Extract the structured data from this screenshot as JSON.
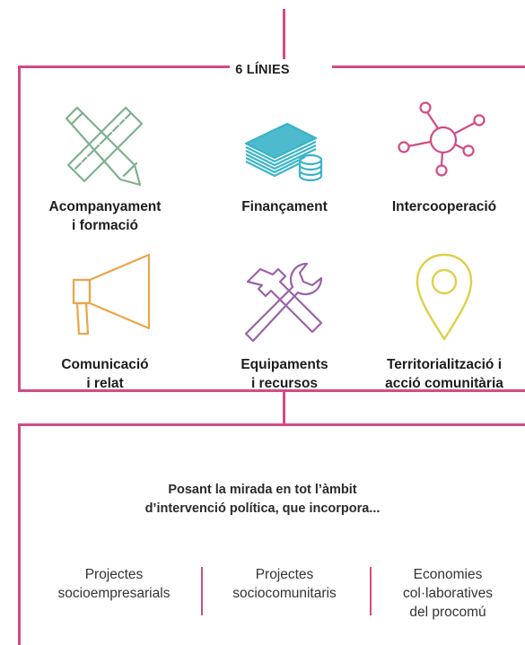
{
  "header": {
    "title": "6 LÍNIES"
  },
  "lines": [
    {
      "label_1": "Acompanyament",
      "label_2": "i formació",
      "icon": "ruler-pencil-icon",
      "color": "#7fb08d"
    },
    {
      "label_1": "Finançament",
      "label_2": "",
      "icon": "money-stack-icon",
      "color": "#3ab4c8"
    },
    {
      "label_1": "Intercooperació",
      "label_2": "",
      "icon": "network-icon",
      "color": "#d24b86"
    },
    {
      "label_1": "Comunicació",
      "label_2": "i relat",
      "icon": "megaphone-icon",
      "color": "#eba54a"
    },
    {
      "label_1": "Equipaments",
      "label_2": "i recursos",
      "icon": "tools-icon",
      "color": "#9a62a8"
    },
    {
      "label_1": "Territorialització i",
      "label_2": "acció comunitària",
      "icon": "location-pin-icon",
      "color": "#ddd04a"
    }
  ],
  "scope": {
    "lead_1": "Posant la mirada en tot l’àmbit",
    "lead_2": "d’intervenció política, que incorpora...",
    "columns": [
      {
        "line_1": "Projectes",
        "line_2": "socioempresarials",
        "line_3": ""
      },
      {
        "line_1": "Projectes",
        "line_2": "sociocomunitaris",
        "line_3": ""
      },
      {
        "line_1": "Economies",
        "line_2": "col·laboratives",
        "line_3": "del procomú"
      }
    ]
  },
  "colors": {
    "frame": "#d24b86"
  }
}
